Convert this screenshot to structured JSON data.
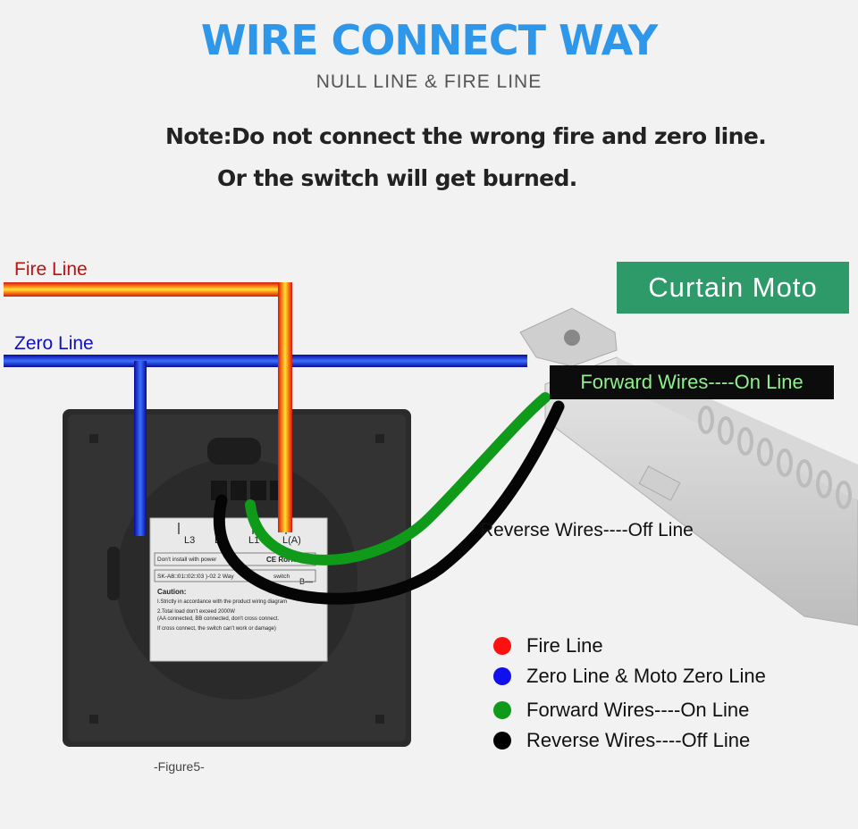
{
  "header": {
    "title": "WIRE CONNECT WAY",
    "subtitle": "NULL LINE & FIRE LINE"
  },
  "note": {
    "line1": "Note:Do not connect the wrong fire and zero line.",
    "line2": "Or the switch will get burned."
  },
  "lines": {
    "fire_label": "Fire Line",
    "zero_label": "Zero Line"
  },
  "motor": {
    "label": "Curtain Moto",
    "forward_label": "Forward Wires----On Line",
    "reverse_label": "Reverse Wires----Off Line"
  },
  "switch_panel": {
    "terminals": [
      "L3",
      "L2",
      "L1",
      "L(A)"
    ],
    "warning": "Don't install with power",
    "ce_mark": "CE RoHS",
    "model": "SK-A8□01□02□03 )-02  2 Way",
    "model_suffix": "switch",
    "b_mark": "B—",
    "caution_title": "Caution:",
    "caution_1": "I.Strictly in accordance with the product wiring diagram",
    "caution_2": "2.Total load don't exceed 2000W",
    "caution_3": "(AA connected, BB connected, don't cross connect.",
    "caution_4": "If cross connect, the switch can't work or damage)"
  },
  "figure_label": "-Figure5-",
  "legend": [
    {
      "color": "#ff1010",
      "label": "Fire Line"
    },
    {
      "color": "#1010ee",
      "label": "Zero Line & Moto Zero Line"
    },
    {
      "color": "#0f9a1a",
      "label": "Forward Wires----On Line"
    },
    {
      "color": "#000000",
      "label": "Reverse Wires----Off Line"
    }
  ],
  "colors": {
    "title": "#2f97ea",
    "fire": "#ff1010",
    "zero": "#1010ee",
    "forward": "#0f9a1a",
    "reverse": "#000000",
    "moto_box": "#2e9a6a"
  }
}
